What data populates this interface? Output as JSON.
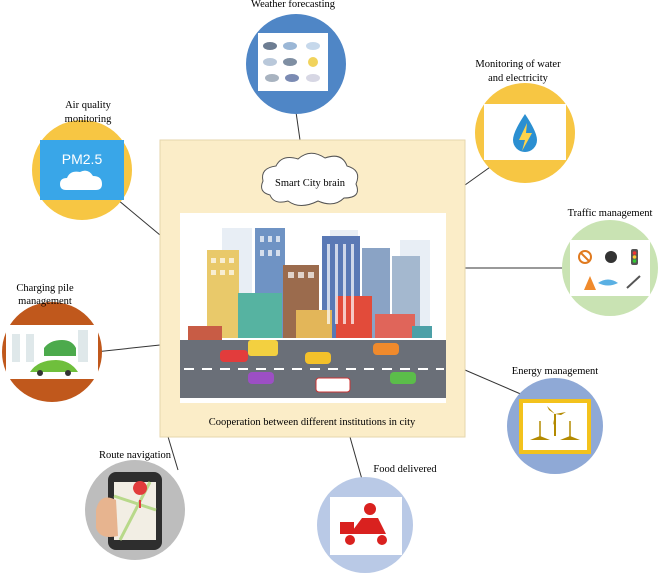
{
  "center": {
    "brain_label": "Smart City brain",
    "caption": "Cooperation between different institutions in city"
  },
  "modules": [
    {
      "id": "weather",
      "label": "Weather forecasting",
      "color": "#4f86c6",
      "icon": "weather-icons"
    },
    {
      "id": "water",
      "label_line1": "Monitoring of water",
      "label_line2": "and electricity",
      "color": "#f7c643",
      "icon": "water-drop-lightning-icon"
    },
    {
      "id": "traffic",
      "label": "Traffic management",
      "color": "#c9e3b3",
      "icon": "traffic-signs-icon"
    },
    {
      "id": "energy",
      "label": "Energy management",
      "color": "#8fa9d6",
      "icon": "wind-turbine-icon"
    },
    {
      "id": "food",
      "label": "Food delivered",
      "color": "#b9c9e6",
      "icon": "delivery-scooter-icon"
    },
    {
      "id": "route",
      "label": "Route navigation",
      "color": "#bdbdbd",
      "icon": "phone-map-icon"
    },
    {
      "id": "charging",
      "label_line1": "Charging pile",
      "label_line2": "management",
      "color": "#c0581c",
      "icon": "charging-car-icon"
    },
    {
      "id": "air",
      "label_line1": "Air quality",
      "label_line2": "monitoring",
      "color": "#f7c643",
      "icon": "pm25-cloud-icon",
      "icon_text": "PM2.5"
    }
  ]
}
